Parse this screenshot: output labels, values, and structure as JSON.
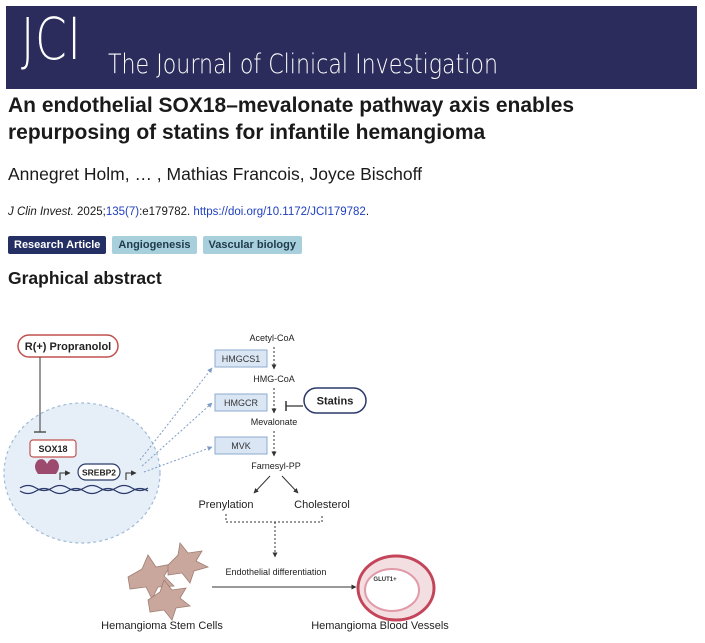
{
  "header": {
    "logo": "JCI",
    "journal_name": "The Journal of Clinical Investigation"
  },
  "article": {
    "title": "An endothelial SOX18–mevalonate pathway axis enables repurposing of statins for infantile hemangioma",
    "authors": "Annegret Holm, … , Mathias Francois, Joyce Bischoff",
    "citation": {
      "journal": "J Clin Invest.",
      "year_text": " 2025;",
      "volume_link": "135(7)",
      "article_id": ":e179782. ",
      "doi_link": "https://doi.org/10.1172/JCI179782",
      "end": "."
    },
    "tags": [
      "Research Article",
      "Angiogenesis",
      "Vascular biology"
    ]
  },
  "graphical_abstract": {
    "heading": "Graphical abstract",
    "propranolol": "R(+) Propranolol",
    "sox18": "SOX18",
    "srebp2": "SREBP2",
    "enzymes": [
      "HMGCS1",
      "HMGCR",
      "MVK"
    ],
    "pathway": [
      "Acetyl-CoA",
      "HMG-CoA",
      "Mevalonate",
      "Farnesyl-PP"
    ],
    "statins": "Statins",
    "prenylation": "Prenylation",
    "cholesterol": "Cholesterol",
    "differentiation": "Endothelial differentiation",
    "glut1": "GLUT1+",
    "stem_cells": "Hemangioma Stem Cells",
    "blood_vessels": "Hemangioma Blood Vessels"
  },
  "colors": {
    "banner": "#2b2c5c",
    "propranolol_border": "#c0504d",
    "statins_border": "#2b3a6b",
    "enzyme_fill": "#dbe6f5",
    "nucleus_fill": "#e6eff8",
    "cell_fill": "#c9a79c",
    "vessel_red": "#c4455a"
  }
}
